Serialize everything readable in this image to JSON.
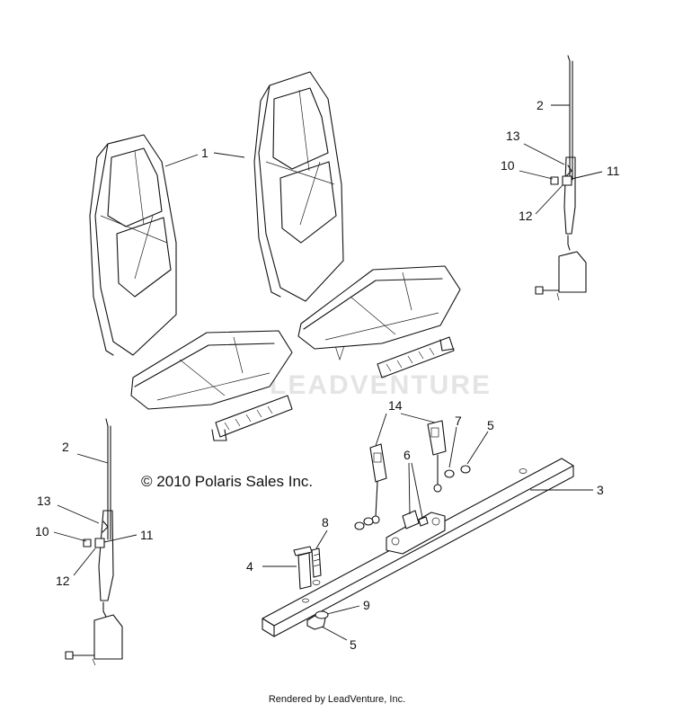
{
  "copyright": "© 2010 Polaris Sales Inc.",
  "footer": "Rendered by LeadVenture, Inc.",
  "watermark": "LEADVENTURE",
  "callouts": {
    "c1": "1",
    "c2_right": "2",
    "c13_right": "13",
    "c10_right": "10",
    "c11_right": "11",
    "c12_right": "12",
    "c14": "14",
    "c7": "7",
    "c5_top": "5",
    "c6": "6",
    "c3": "3",
    "c8": "8",
    "c4": "4",
    "c9": "9",
    "c5_bottom": "5",
    "c2_left": "2",
    "c13_left": "13",
    "c10_left": "10",
    "c11_left": "11",
    "c12_left": "12"
  }
}
